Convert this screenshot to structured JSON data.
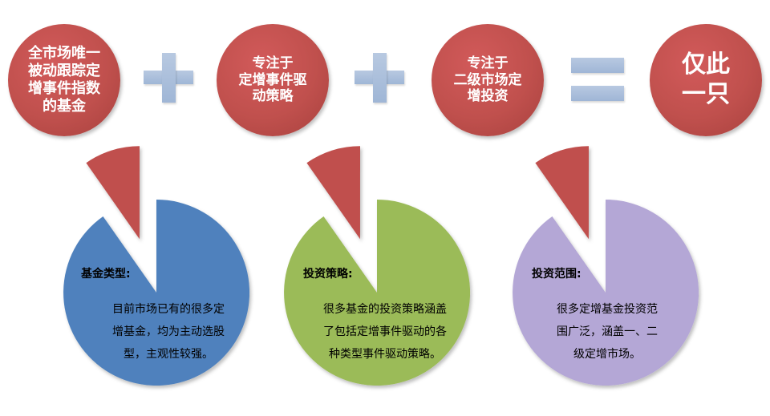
{
  "top_row": {
    "circle1": {
      "lines": [
        "全市场唯一",
        "被动跟踪定",
        "增事件指数",
        "的基金"
      ]
    },
    "circle2": {
      "lines": [
        "专注于",
        "定增事件驱",
        "动策略"
      ]
    },
    "circle3": {
      "lines": [
        "专注于",
        "二级市场定",
        "增投资"
      ]
    },
    "circle4": {
      "lines": [
        "仅此",
        "一只"
      ]
    },
    "operators": [
      "plus",
      "plus",
      "equals"
    ]
  },
  "pies": [
    {
      "label": "基金类型:",
      "lines": [
        "目前市场已有的很多定",
        "增基金，均为主动选股",
        "型，主观性较强。"
      ],
      "color": "#4f81bd",
      "slice_color": "#c0504d"
    },
    {
      "label": "投资策略:",
      "lines": [
        "很多基金的投资策略涵盖",
        "了包括定增事件驱动的各",
        "种类型事件驱动策略。"
      ],
      "color": "#9bbb59",
      "slice_color": "#c0504d"
    },
    {
      "label": "投资范围:",
      "lines": [
        "很多定增基金投资范",
        "围广泛，涵盖一、二",
        "级定增市场。"
      ],
      "color": "#b4a7d6",
      "slice_color": "#c0504d"
    }
  ],
  "colors": {
    "circle": "#c0504d",
    "operator": "#aec2de"
  }
}
